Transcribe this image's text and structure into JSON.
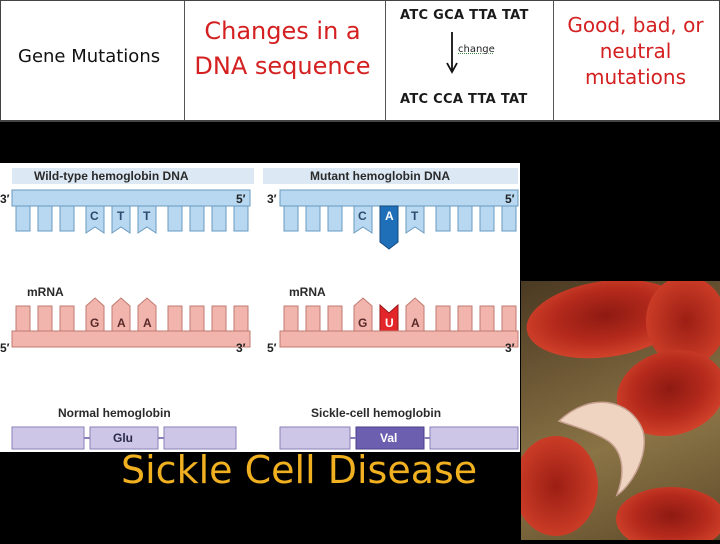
{
  "table": {
    "term": "Gene Mutations",
    "definition": "Changes in a DNA sequence",
    "example": {
      "original": "ATC GCA TTA TAT",
      "change_label": "change",
      "mutated": "ATC CCA TTA TAT"
    },
    "classification": "Good, bad, or neutral mutations"
  },
  "diagram": {
    "wild_type": {
      "dna_title": "Wild-type hemoglobin DNA",
      "dna_bases": [
        "C",
        "T",
        "T"
      ],
      "mrna_title": "mRNA",
      "mrna_bases": [
        "G",
        "A",
        "A"
      ],
      "protein_title": "Normal hemoglobin",
      "amino_acid": "Glu"
    },
    "mutant": {
      "dna_title": "Mutant hemoglobin DNA",
      "dna_bases": [
        "C",
        "A",
        "T"
      ],
      "mrna_title": "mRNA",
      "mrna_bases": [
        "G",
        "U",
        "A"
      ],
      "protein_title": "Sickle-cell hemoglobin",
      "amino_acid": "Val"
    },
    "end_3": "3′",
    "end_5": "5′"
  },
  "colors": {
    "definition_text": "#d42020",
    "title_text": "#f0b020",
    "dna_strand": "#b7d8f0",
    "mrna_strand": "#f2b5ad",
    "protein_strand": "#cdc6e6",
    "mutation_dna": "#1f6fb8",
    "mutation_mrna": "#e2262a",
    "mutation_protein": "#6d5fb0"
  },
  "caption": "Sickle Cell Disease"
}
